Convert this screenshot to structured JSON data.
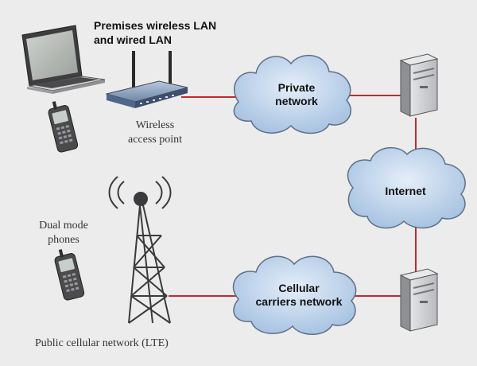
{
  "labels": {
    "premises_line1": "Premises wireless LAN",
    "premises_line2": "and wired LAN",
    "ap_line1": "Wireless",
    "ap_line2": "access point",
    "dual_line1": "Dual mode",
    "dual_line2": "phones",
    "lte": "Public cellular network (LTE)"
  },
  "clouds": {
    "private_line1": "Private",
    "private_line2": "network",
    "internet": "Internet",
    "cellular_line1": "Cellular",
    "cellular_line2": "carriers network"
  },
  "colors": {
    "background": "#ececec",
    "link": "#c8262e",
    "cloud_fill": "#bcd2ea",
    "cloud_stroke": "#5e6f86",
    "server": "#c9cbcf",
    "router": "#8aa0bc"
  },
  "icons": [
    "laptop-icon",
    "mobile-phone-icon",
    "wireless-router-icon",
    "server-icon",
    "cell-tower-icon"
  ]
}
